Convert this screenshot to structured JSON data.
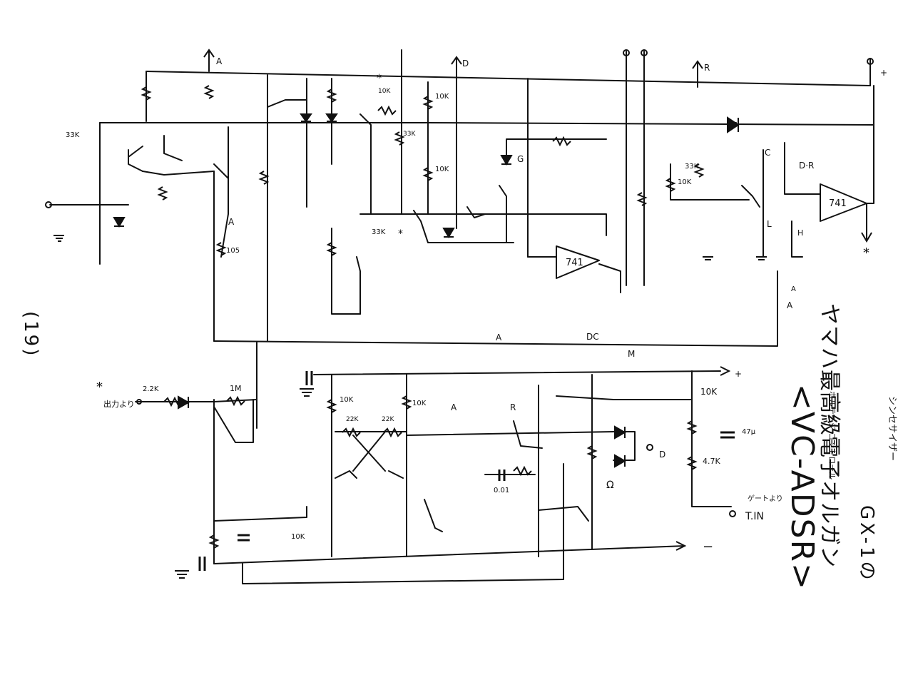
{
  "document": {
    "page_number": "(19)",
    "title_main": "ヤマハ最高級電子オルガン",
    "title_sub": "<VC-ADSR>",
    "title_model": "GX-1の",
    "title_kana_top": "シンセサイザー",
    "title_kana_side": "ボルテージ コントロール"
  },
  "labels": {
    "top_a": "A",
    "top_d": "D",
    "top_r": "R",
    "top_plus": "+",
    "res_33k_left": "33K",
    "res_33k_mid": "33K",
    "res_33k_right": "33K",
    "res_10k_a": "10K",
    "res_10k_b": "10K",
    "res_10k_c": "10K",
    "res_10k_d": "10K",
    "res_10k_e": "10K",
    "res_10k_f": "10K",
    "res_10k_g": "10K",
    "res_10k_h": "10K",
    "res_33k_d": "33K",
    "res_22k_a": "22K",
    "res_22k_b": "22K",
    "res_22k_c": "2.2K",
    "res_1m": "1M",
    "res_4_7k": "4.7K",
    "cap_0_01": "0.01",
    "cap_47u": "47μ",
    "res_105": "105",
    "ic_a": "741",
    "ic_b": "741",
    "arrow_a_mid": "A",
    "arrow_a_right": "A",
    "arrow_a_bottom": "A",
    "arrow_d_right": "D",
    "arrow_dr": "D·R",
    "arrow_r": "R",
    "arrow_a_lower": "A",
    "arrow_a_low2": "A",
    "star": "*",
    "input_kana": "出力より",
    "gate_in": "T.IN",
    "gate_kana": "ゲートより",
    "out_plus": "+",
    "out_minus": "−",
    "unit_omega": "Ω",
    "dc_label": "DC",
    "label_c": "C",
    "label_g": "G",
    "label_l": "L",
    "label_m": "M",
    "label_h": "H"
  }
}
